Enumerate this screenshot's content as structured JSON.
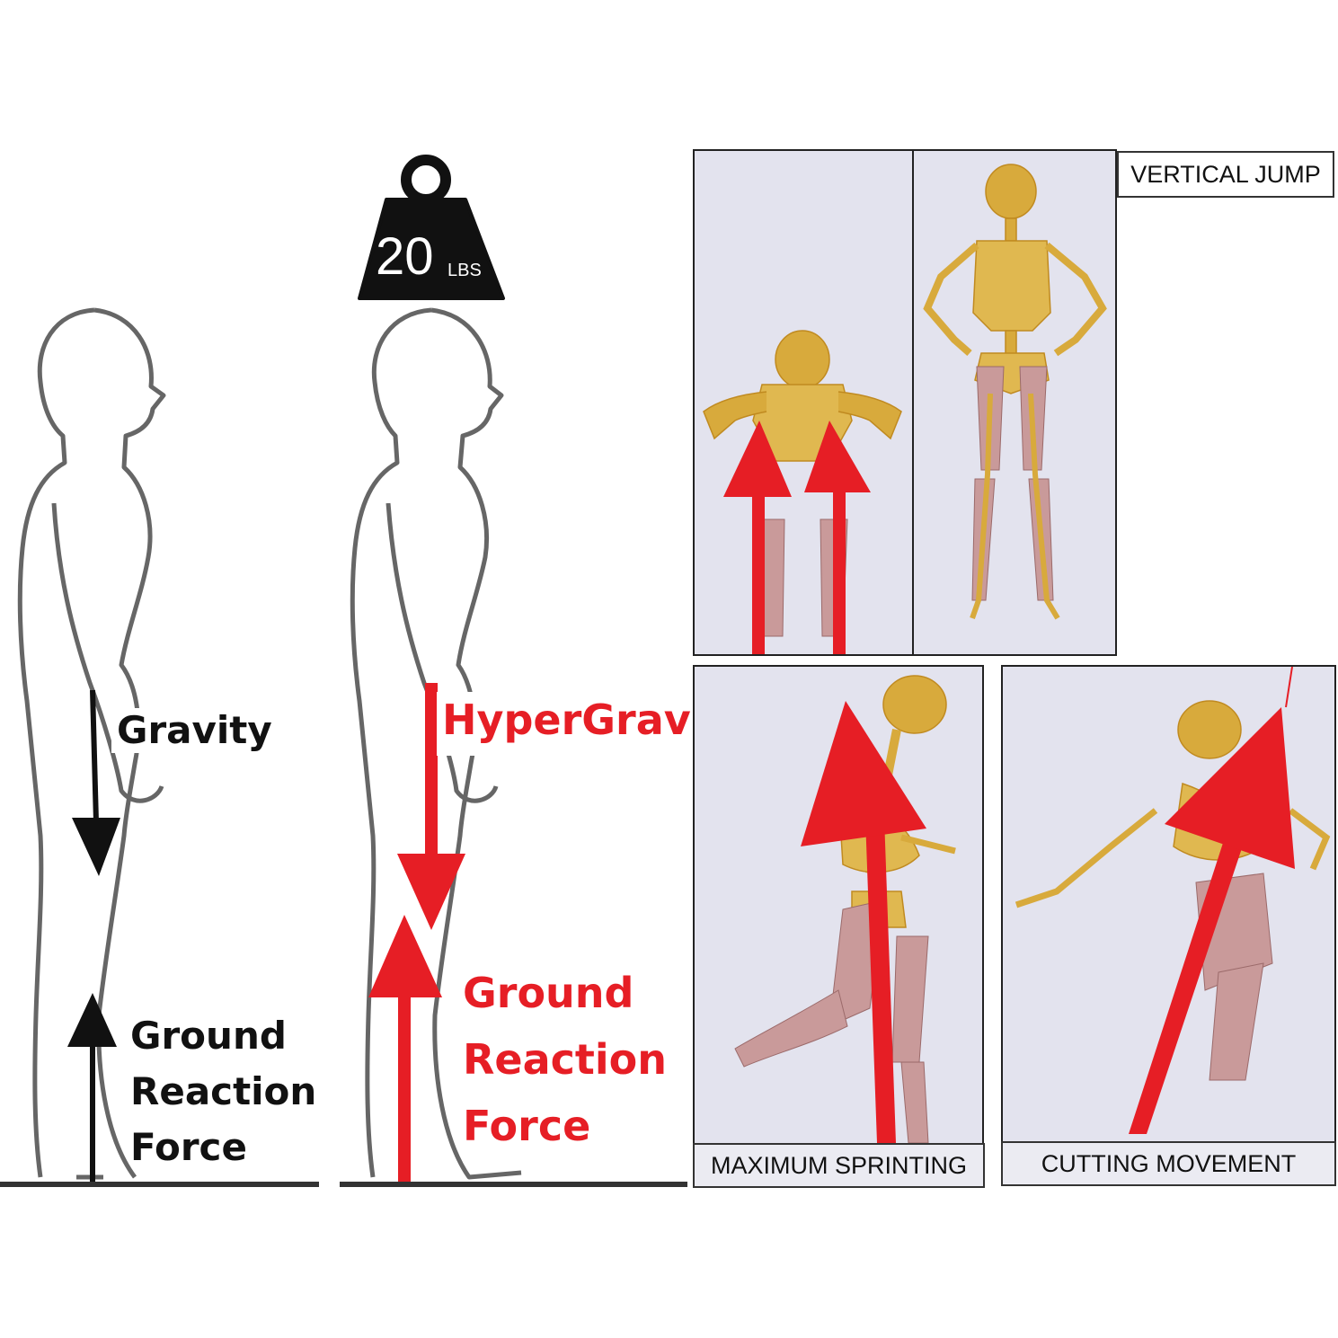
{
  "weight": {
    "value": "20",
    "unit": "LBS"
  },
  "left_figure": {
    "gravity_label": "Gravity",
    "grf_lines": [
      "Ground",
      "Reaction",
      "Force"
    ]
  },
  "middle_figure": {
    "hypergravity_label": "HyperGravity",
    "grf_lines": [
      "Ground",
      "Reaction",
      "Force"
    ]
  },
  "panels": {
    "vertical_jump": "VERTICAL JUMP",
    "sprinting": "MAXIMUM SPRINTING",
    "cutting": "CUTTING MOVEMENT"
  },
  "colors": {
    "arrow_red": "#e61e25",
    "panel_bg": "#e3e3ee",
    "bone": "#d8aa3c",
    "muscle": "#c99a9a"
  }
}
